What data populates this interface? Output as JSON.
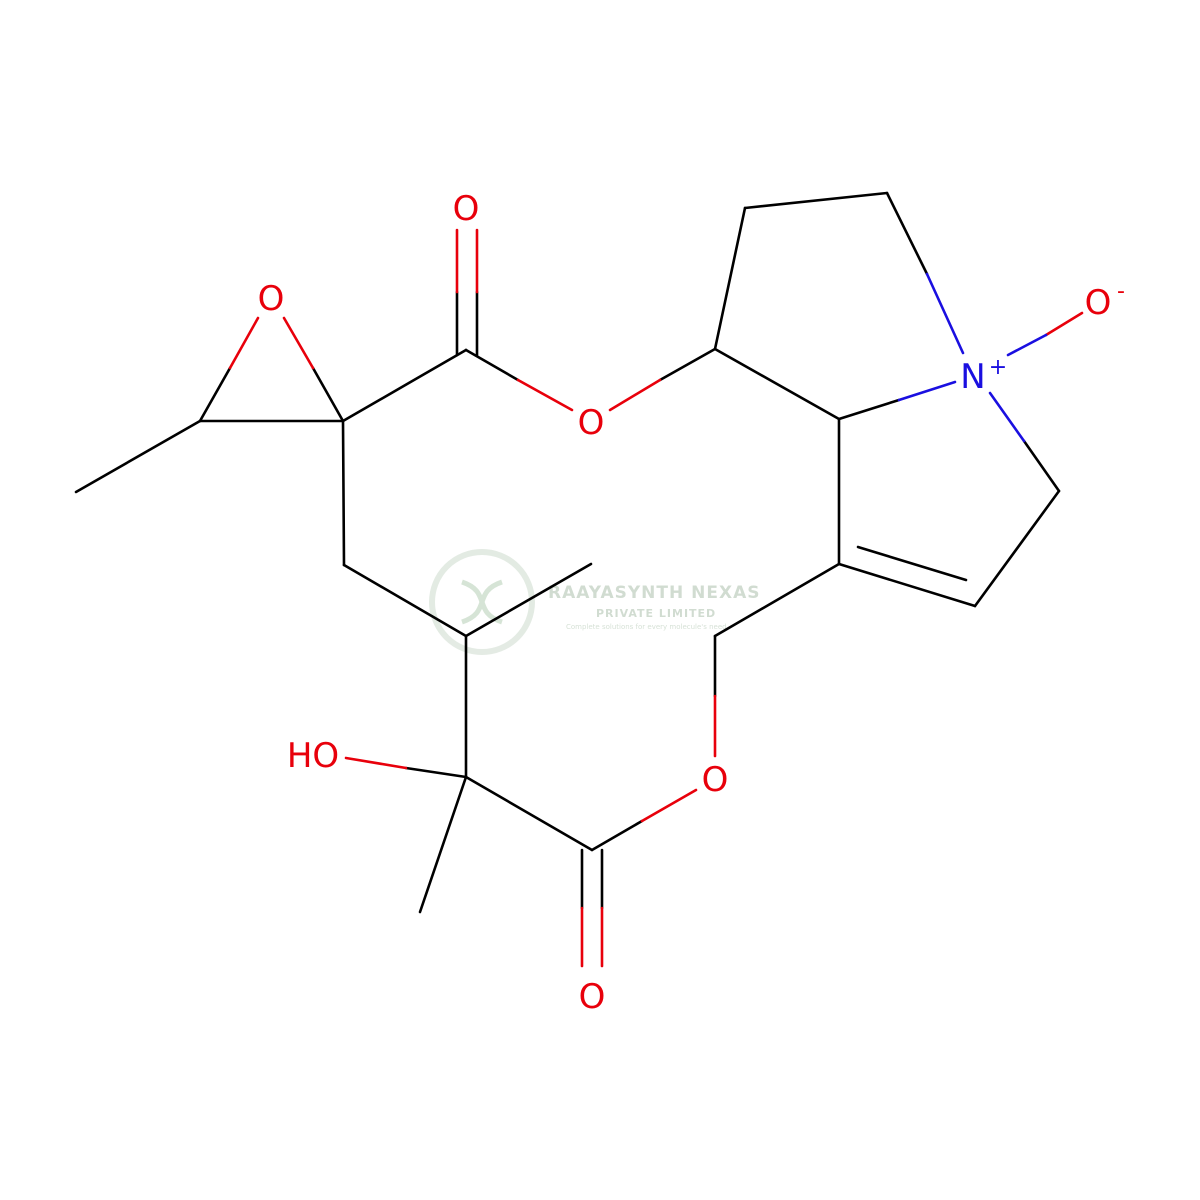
{
  "atoms": {
    "o_ketone_top": "O",
    "o_epoxide": "O",
    "o_ester_upper": "O",
    "n_plus": "N",
    "n_charge": "+",
    "o_minus": "O",
    "o_minus_charge": "-",
    "hydroxyl": "HO",
    "o_ester_lower": "O",
    "o_ketone_bottom": "O"
  },
  "watermark": {
    "company": "RAAYASYNTH NEXAS",
    "subtitle": "PRIVATE LIMITED",
    "tagline": "Complete solutions for every molecule's need"
  },
  "colors": {
    "oxygen": "#e8000b",
    "nitrogen": "#1a0fe0",
    "bond": "#000000",
    "watermark": "#c9d6c9"
  }
}
